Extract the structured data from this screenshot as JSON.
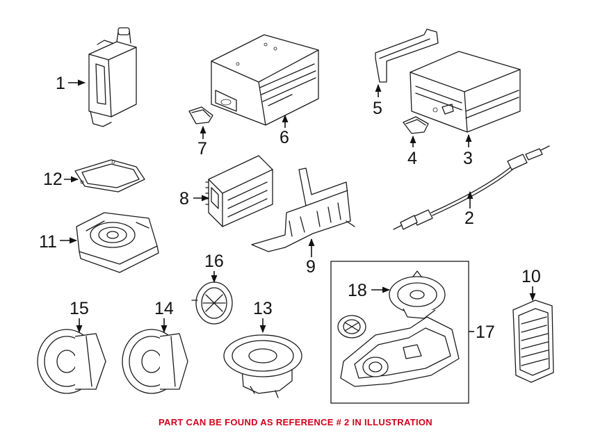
{
  "callouts": {
    "c1": "1",
    "c2": "2",
    "c3": "3",
    "c4": "4",
    "c5": "5",
    "c6": "6",
    "c7": "7",
    "c8": "8",
    "c9": "9",
    "c10": "10",
    "c11": "11",
    "c12": "12",
    "c13": "13",
    "c14": "14",
    "c15": "15",
    "c16": "16",
    "c17": "17",
    "c18": "18"
  },
  "footer": {
    "note": "PART CAN BE FOUND AS REFERENCE # 2 IN ILLUSTRATION",
    "color": "#d0021b"
  }
}
